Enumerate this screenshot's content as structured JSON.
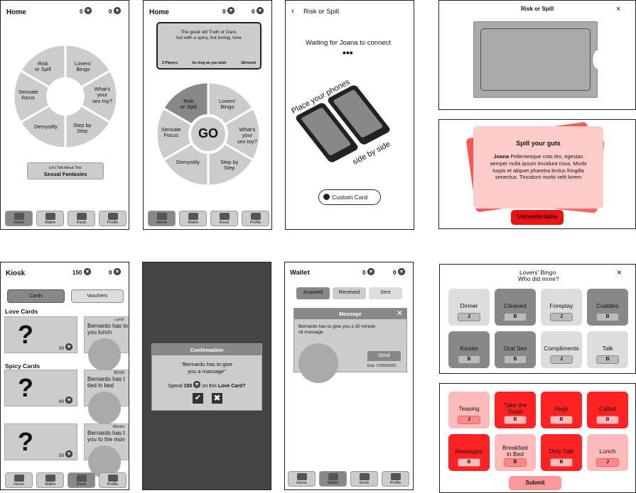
{
  "s1": {
    "title": "Home",
    "coins1": "0",
    "coins2": "0",
    "wheel": [
      "Risk\nor Spill",
      "Lovers'\nBingo",
      "What's\nyour\nsex toy?",
      "Step by\nStep",
      "Demystify",
      "Sensate\nfocus"
    ],
    "talk_label": "Let's Talk About This:",
    "talk_value": "Sexual Fantasies"
  },
  "nav": [
    "Home",
    "Wallet",
    "Kiosk",
    "Profile"
  ],
  "s2": {
    "title": "Home",
    "coins1": "0",
    "coins2": "0",
    "promo": "The good old Truth or Dare,\nbut with a spicy, but loving, tone",
    "meta": [
      "2 Players",
      "As long as you wish",
      "15/round"
    ],
    "go": "GO",
    "wheel": [
      "Risk\nor Spill",
      "Lovers'\nBingo",
      "What's\nyour\nsex toy?",
      "Step by\nStep",
      "Demystify",
      "Sensate\nFocus"
    ]
  },
  "s3": {
    "title": "Risk or Spill",
    "waiting": "Waiting for Joana to connect",
    "place": "Place your phones",
    "side": "side by side",
    "custom": "Custom Card"
  },
  "s4": {
    "title": "Risk or Spill",
    "close": "×"
  },
  "s5": {
    "title": "Spill your guts",
    "name": "Joana",
    "body": "Pellentesque cras leo, egestas\nsemper nulla ipsum tincidunt risus. Morbi\nturpis et aliquet pharetra lectus fringilla\nsenectus. Tincidunt morbi velit lorem",
    "button": "Uncomfortable"
  },
  "s6": {
    "title": "Kiosk",
    "coins1": "150",
    "coins2": "0",
    "tabs": [
      "Cards",
      "Vouchers"
    ],
    "love": "Love Cards",
    "spicy": "Spicy Cards",
    "price1": "50",
    "price2": "80",
    "price3": "50",
    "t1a": "Lunch",
    "t1": "Bernardo has to\nyou lunch",
    "t2a": "BDSM",
    "t2": "Bernardo has t\ntied in bed",
    "t3a": "Movies",
    "t3": "Bernardo has t\nyou to the mov"
  },
  "s7": {
    "title": "Confirmation",
    "body": "\"Bernardo has to give\nyou a massage\"",
    "spend": "Spend",
    "amount": "150",
    "on": "on this",
    "card": "Love Card?"
  },
  "s8": {
    "title": "Wallet",
    "coins1": "0",
    "coins2": "0",
    "tabs": [
      "Acquired",
      "Received",
      "Sent"
    ],
    "card_title": "Massage",
    "card_body": "Bernardo has to give you a 30 minute\noil massage",
    "send": "Send",
    "exp": "Exp: 17/05/2022"
  },
  "s9": {
    "title": "Lovers' Bingo",
    "subtitle": "Who did more?",
    "items": [
      [
        "Dinner",
        "J"
      ],
      [
        "Cleaned",
        "B"
      ],
      [
        "Foreplay",
        "J"
      ],
      [
        "Cuddles",
        "B"
      ],
      [
        "Kisses",
        "B"
      ],
      [
        "Oral Sex",
        "B"
      ],
      [
        "Compliments",
        "J"
      ],
      [
        "Talk",
        "B"
      ]
    ]
  },
  "s10": {
    "items": [
      [
        "Teasing",
        "J"
      ],
      [
        "Take the\nTrash",
        "B"
      ],
      [
        "Hugs",
        "B"
      ],
      [
        "Called",
        "B"
      ],
      [
        "Massages",
        "B"
      ],
      [
        "Breakfast\nin Bed",
        "B"
      ],
      [
        "Dirty Talk",
        "B"
      ],
      [
        "Lunch",
        "J"
      ]
    ],
    "submit": "Submit"
  }
}
